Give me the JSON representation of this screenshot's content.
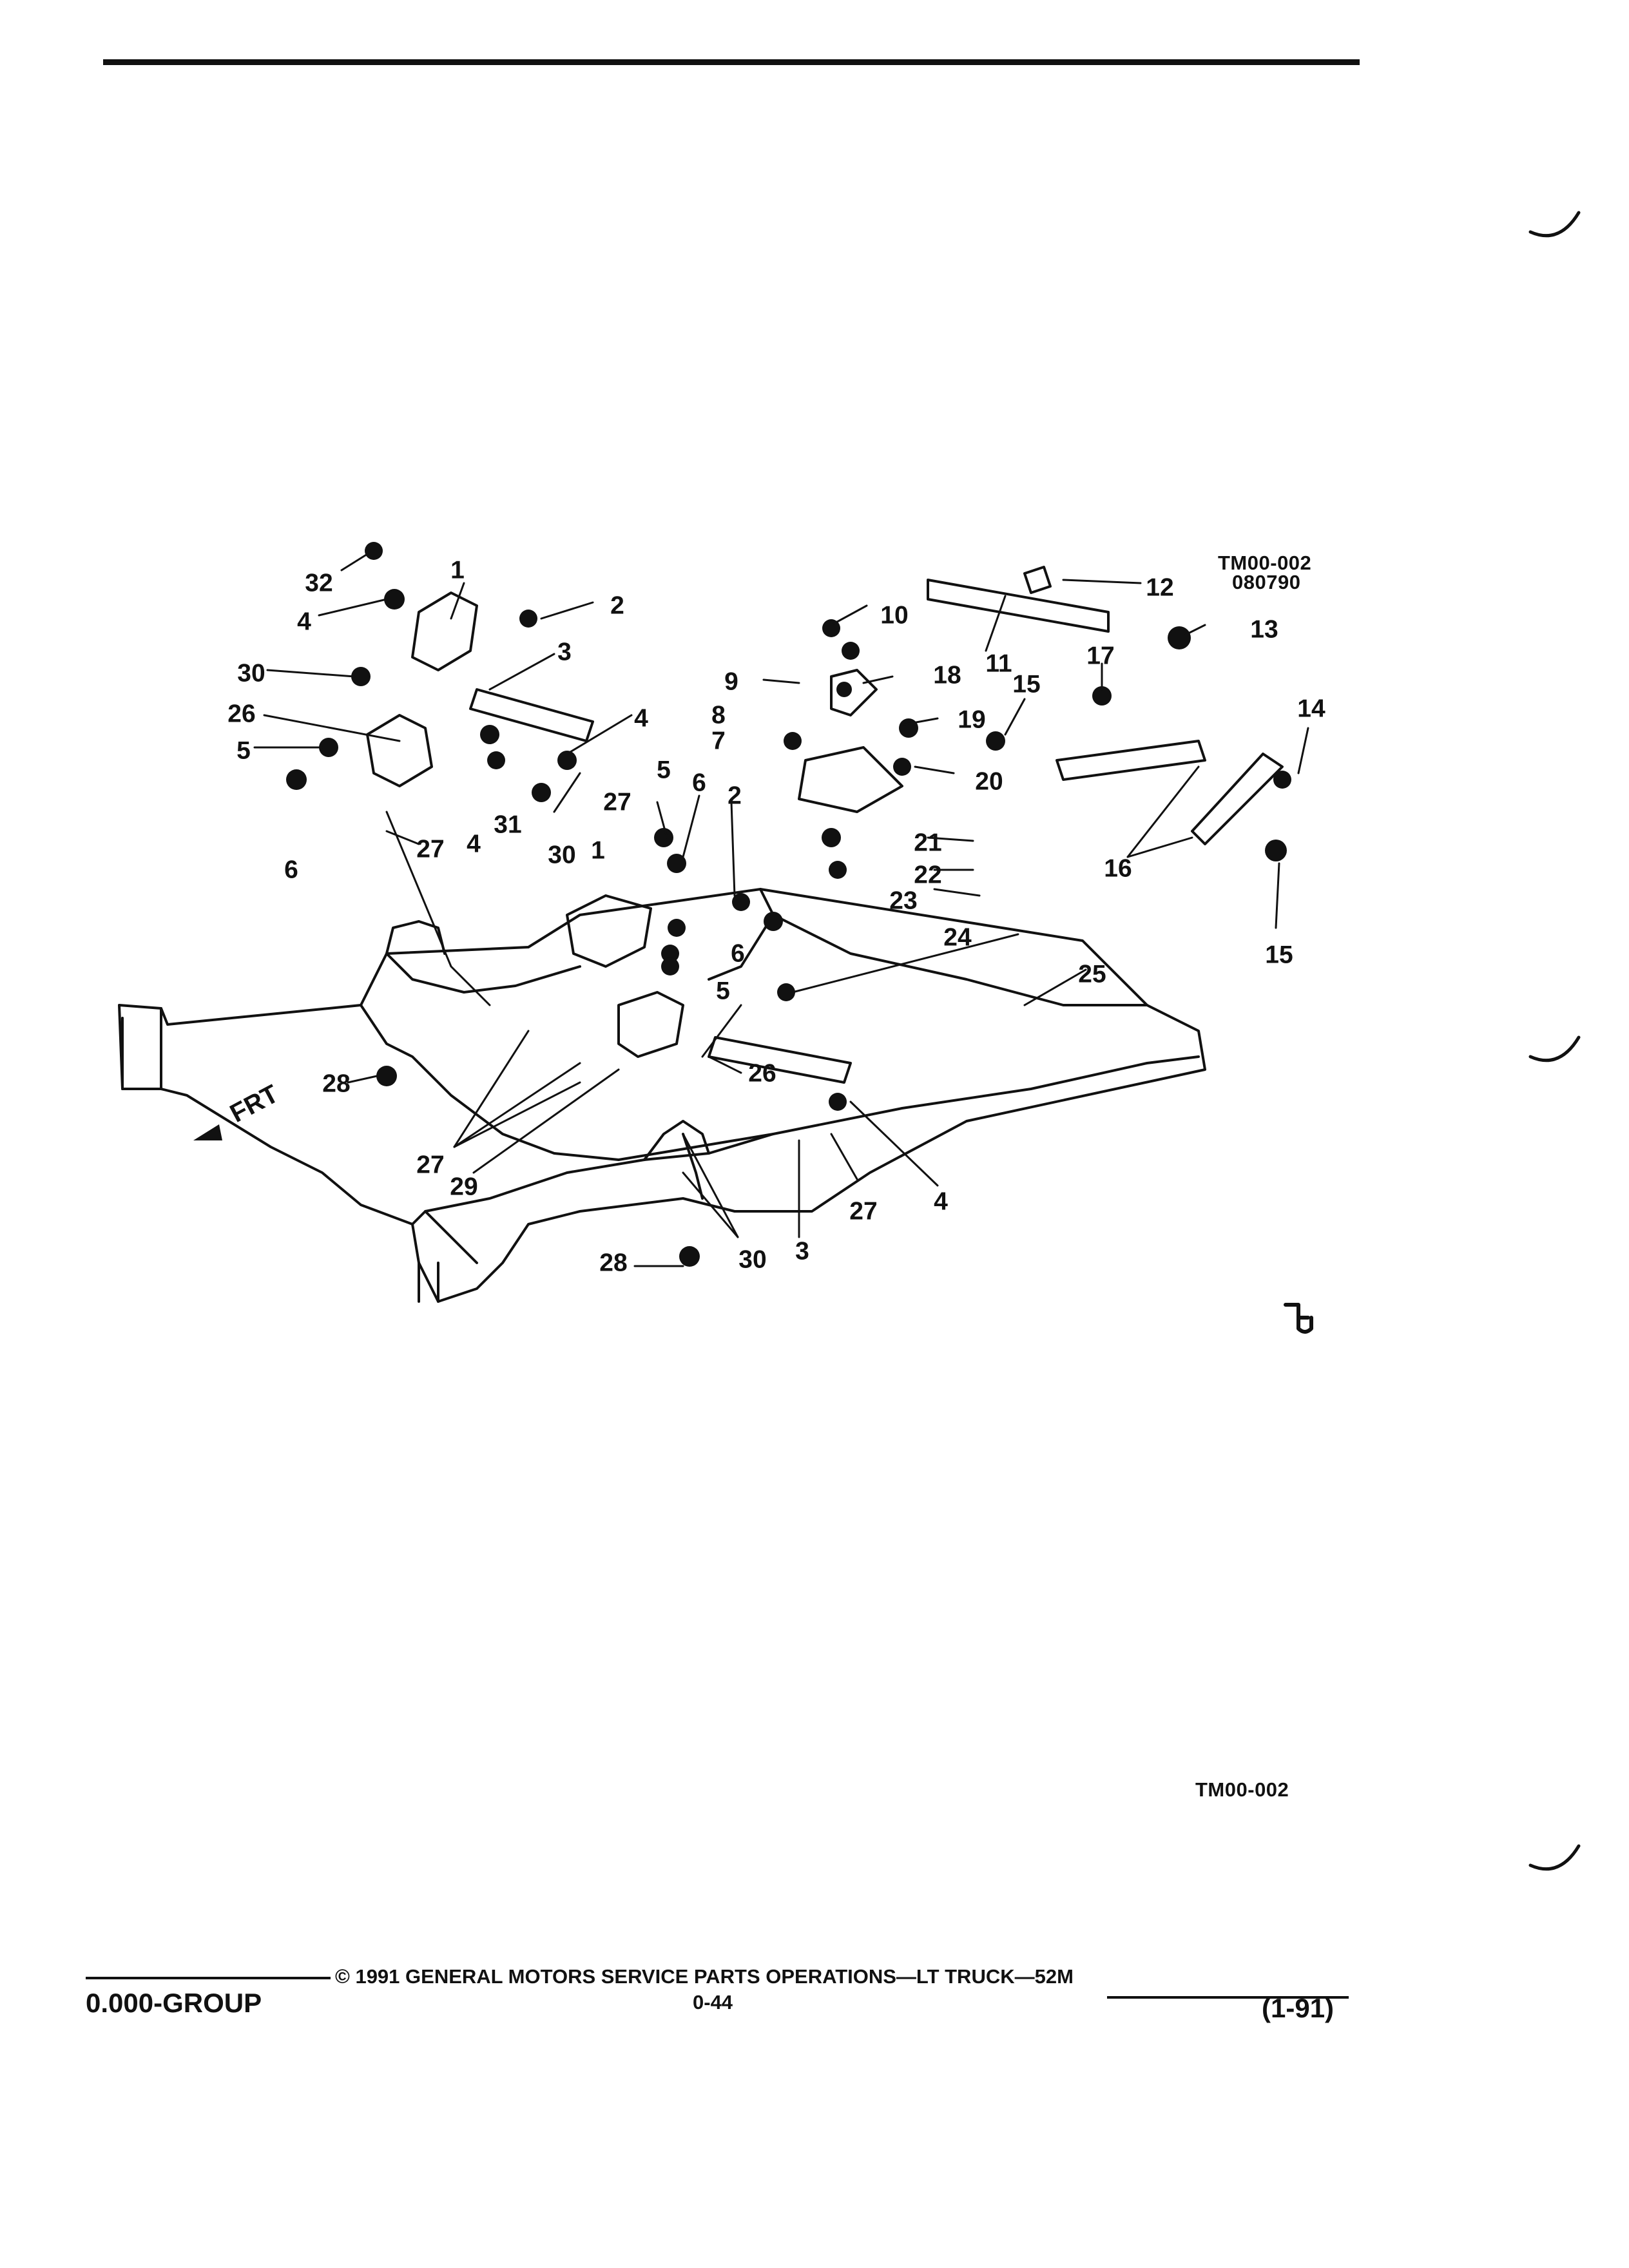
{
  "figure": {
    "ref_code": "TM00-002",
    "ref_date": "080790",
    "direction_label": "FRT",
    "bottom_code": "TM00-002",
    "callouts": [
      "32",
      "1",
      "2",
      "4",
      "3",
      "30",
      "26",
      "5",
      "6",
      "27",
      "4",
      "31",
      "27",
      "4",
      "5",
      "6",
      "2",
      "30",
      "1",
      "6",
      "5",
      "26",
      "28",
      "27",
      "29",
      "30",
      "3",
      "27",
      "4",
      "28",
      "10",
      "9",
      "18",
      "8",
      "7",
      "19",
      "20",
      "21",
      "22",
      "23",
      "24",
      "25",
      "11",
      "12",
      "13",
      "15",
      "17",
      "14",
      "16",
      "15"
    ]
  },
  "footer": {
    "group": "0.000-GROUP",
    "copyright": "© 1991 GENERAL MOTORS SERVICE PARTS OPERATIONS—LT TRUCK—52M",
    "page": "0-44",
    "edition": "(1-91)"
  }
}
